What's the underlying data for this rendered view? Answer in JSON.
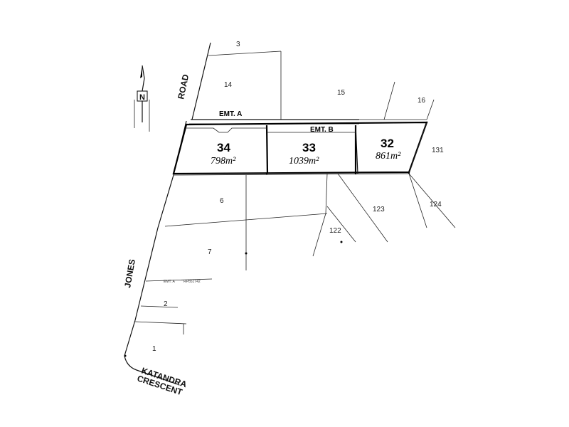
{
  "roads": {
    "road_label": "ROAD",
    "jones_label": "JONES",
    "katandra_label": "KATANDRA",
    "crescent_label": "CRESCENT"
  },
  "north": {
    "label": "N"
  },
  "lots_subject": [
    {
      "number": "34",
      "area": "798m²"
    },
    {
      "number": "33",
      "area": "1039m²"
    },
    {
      "number": "32",
      "area": "861m²"
    }
  ],
  "easements": {
    "a": "EMT. A",
    "b": "EMT. B",
    "a_note": "EMT. A",
    "a_note_ref": "RP851742"
  },
  "lots_other": {
    "l3": "3",
    "l14": "14",
    "l15": "15",
    "l16": "16",
    "l131": "131",
    "l6": "6",
    "l7": "7",
    "l123": "123",
    "l124": "124",
    "l122": "122",
    "l2": "2",
    "l1": "1"
  },
  "colors": {
    "ink": "#000000",
    "paper": "#ffffff"
  }
}
